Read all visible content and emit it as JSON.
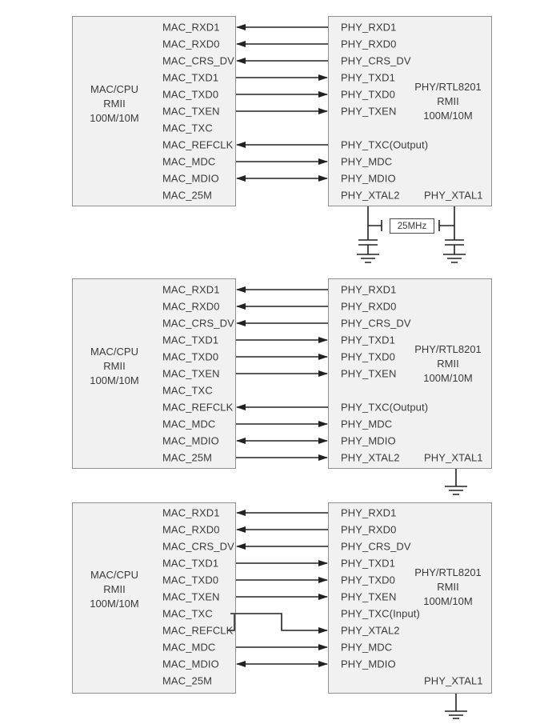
{
  "figure": {
    "type": "block-diagram",
    "description": "Three RMII clock connection schemes between a MAC/CPU and a Realtek RTL8201 PHY"
  },
  "diagrams": [
    {
      "name": "crystal-clock-scheme",
      "mac": {
        "title": [
          "MAC/CPU",
          "RMII",
          "100M/10M"
        ],
        "pins": [
          "MAC_RXD1",
          "MAC_RXD0",
          "MAC_CRS_DV",
          "MAC_TXD1",
          "MAC_TXD0",
          "MAC_TXEN",
          "MAC_TXC",
          "MAC_REFCLK",
          "MAC_MDC",
          "MAC_MDIO",
          "MAC_25M"
        ]
      },
      "phy": {
        "title": [
          "PHY/RTL8201",
          "RMII",
          "100M/10M"
        ],
        "pins": [
          "PHY_RXD1",
          "PHY_RXD0",
          "PHY_CRS_DV",
          "PHY_TXD1",
          "PHY_TXD0",
          "PHY_TXEN",
          "PHY_TXC(Output)",
          "PHY_MDC",
          "PHY_MDIO",
          "PHY_XTAL2"
        ],
        "xtal1": "PHY_XTAL1"
      },
      "crystal_label": "25MHz",
      "clock_source": "25MHz crystal with two load capacitors to ground across PHY_XTAL2 and PHY_XTAL1",
      "connections": [
        {
          "from": "PHY_RXD1",
          "to": "MAC_RXD1",
          "direction": "phy-to-mac"
        },
        {
          "from": "PHY_RXD0",
          "to": "MAC_RXD0",
          "direction": "phy-to-mac"
        },
        {
          "from": "PHY_CRS_DV",
          "to": "MAC_CRS_DV",
          "direction": "phy-to-mac"
        },
        {
          "from": "MAC_TXD1",
          "to": "PHY_TXD1",
          "direction": "mac-to-phy"
        },
        {
          "from": "MAC_TXD0",
          "to": "PHY_TXD0",
          "direction": "mac-to-phy"
        },
        {
          "from": "MAC_TXEN",
          "to": "PHY_TXEN",
          "direction": "mac-to-phy"
        },
        {
          "from": "PHY_TXC(Output)",
          "to": "MAC_REFCLK",
          "direction": "phy-to-mac"
        },
        {
          "from": "MAC_MDC",
          "to": "PHY_MDC",
          "direction": "mac-to-phy"
        },
        {
          "from": "MAC_MDIO",
          "to": "PHY_MDIO",
          "direction": "bidirectional"
        }
      ]
    },
    {
      "name": "mac-25m-clock-scheme",
      "mac": {
        "title": [
          "MAC/CPU",
          "RMII",
          "100M/10M"
        ],
        "pins": [
          "MAC_RXD1",
          "MAC_RXD0",
          "MAC_CRS_DV",
          "MAC_TXD1",
          "MAC_TXD0",
          "MAC_TXEN",
          "MAC_TXC",
          "MAC_REFCLK",
          "MAC_MDC",
          "MAC_MDIO",
          "MAC_25M"
        ]
      },
      "phy": {
        "title": [
          "PHY/RTL8201",
          "RMII",
          "100M/10M"
        ],
        "pins": [
          "PHY_RXD1",
          "PHY_RXD0",
          "PHY_CRS_DV",
          "PHY_TXD1",
          "PHY_TXD0",
          "PHY_TXEN",
          "PHY_TXC(Output)",
          "PHY_MDC",
          "PHY_MDIO",
          "PHY_XTAL2"
        ],
        "xtal1": "PHY_XTAL1"
      },
      "clock_source": "MAC_25M output drives PHY_XTAL2; PHY_XTAL1 tied to ground",
      "connections": [
        {
          "from": "PHY_RXD1",
          "to": "MAC_RXD1",
          "direction": "phy-to-mac"
        },
        {
          "from": "PHY_RXD0",
          "to": "MAC_RXD0",
          "direction": "phy-to-mac"
        },
        {
          "from": "PHY_CRS_DV",
          "to": "MAC_CRS_DV",
          "direction": "phy-to-mac"
        },
        {
          "from": "MAC_TXD1",
          "to": "PHY_TXD1",
          "direction": "mac-to-phy"
        },
        {
          "from": "MAC_TXD0",
          "to": "PHY_TXD0",
          "direction": "mac-to-phy"
        },
        {
          "from": "MAC_TXEN",
          "to": "PHY_TXEN",
          "direction": "mac-to-phy"
        },
        {
          "from": "PHY_TXC(Output)",
          "to": "MAC_REFCLK",
          "direction": "phy-to-mac"
        },
        {
          "from": "MAC_MDC",
          "to": "PHY_MDC",
          "direction": "mac-to-phy"
        },
        {
          "from": "MAC_MDIO",
          "to": "PHY_MDIO",
          "direction": "bidirectional"
        },
        {
          "from": "MAC_25M",
          "to": "PHY_XTAL2",
          "direction": "mac-to-phy"
        }
      ]
    },
    {
      "name": "mac-txc-refclk-clock-scheme",
      "mac": {
        "title": [
          "MAC/CPU",
          "RMII",
          "100M/10M"
        ],
        "pins": [
          "MAC_RXD1",
          "MAC_RXD0",
          "MAC_CRS_DV",
          "MAC_TXD1",
          "MAC_TXD0",
          "MAC_TXEN",
          "MAC_TXC",
          "MAC_REFCLK",
          "MAC_MDC",
          "MAC_MDIO",
          "MAC_25M"
        ]
      },
      "phy": {
        "title": [
          "PHY/RTL8201",
          "RMII",
          "100M/10M"
        ],
        "pins": [
          "PHY_RXD1",
          "PHY_RXD0",
          "PHY_CRS_DV",
          "PHY_TXD1",
          "PHY_TXD0",
          "PHY_TXEN",
          "PHY_TXC(Input)",
          "PHY_XTAL2",
          "PHY_MDC",
          "PHY_MDIO"
        ],
        "xtal1": "PHY_XTAL1"
      },
      "clock_source": "MAC_TXC and MAC_REFCLK tied together drive PHY_XTAL2; PHY_XTAL1 tied to ground",
      "connections": [
        {
          "from": "PHY_RXD1",
          "to": "MAC_RXD1",
          "direction": "phy-to-mac"
        },
        {
          "from": "PHY_RXD0",
          "to": "MAC_RXD0",
          "direction": "phy-to-mac"
        },
        {
          "from": "PHY_CRS_DV",
          "to": "MAC_CRS_DV",
          "direction": "phy-to-mac"
        },
        {
          "from": "MAC_TXD1",
          "to": "PHY_TXD1",
          "direction": "mac-to-phy"
        },
        {
          "from": "MAC_TXD0",
          "to": "PHY_TXD0",
          "direction": "mac-to-phy"
        },
        {
          "from": "MAC_TXEN",
          "to": "PHY_TXEN",
          "direction": "mac-to-phy"
        },
        {
          "from": "MAC_TXC + MAC_REFCLK (tied)",
          "to": "PHY_XTAL2",
          "direction": "mac-to-phy"
        },
        {
          "from": "MAC_MDC",
          "to": "PHY_MDC",
          "direction": "mac-to-phy"
        },
        {
          "from": "MAC_MDIO",
          "to": "PHY_MDIO",
          "direction": "bidirectional"
        }
      ]
    }
  ],
  "colors": {
    "wire": "#222222",
    "box_fill": "#f1f1f1",
    "box_border": "#919191",
    "text": "#3a3a3a"
  }
}
